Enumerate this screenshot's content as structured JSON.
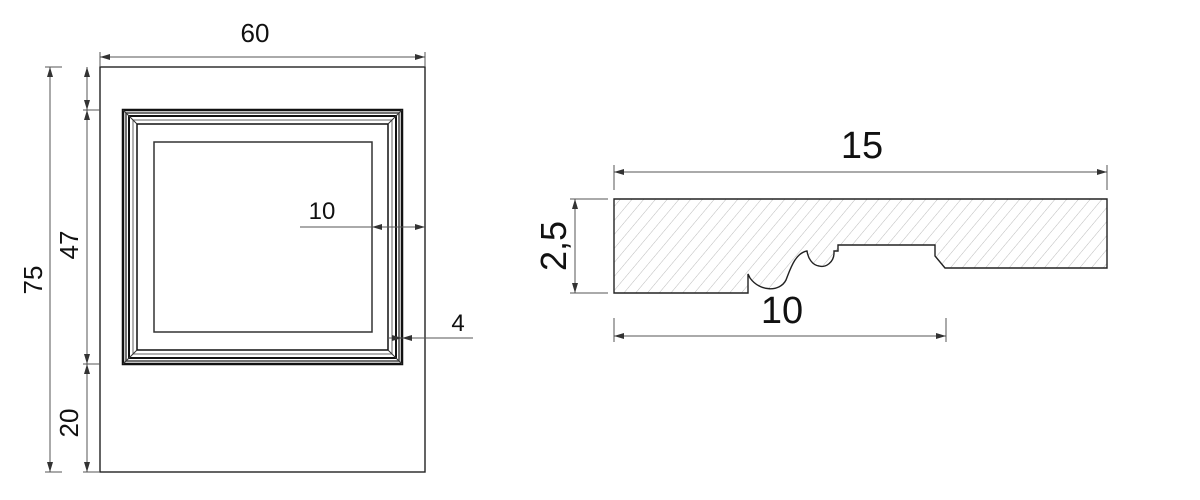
{
  "front_view": {
    "width_label": "60",
    "height_label": "75",
    "frame_height_label": "47",
    "bottom_offset_label": "20",
    "frame_inset_label": "10",
    "molding_width_label": "4"
  },
  "profile_view": {
    "width_label": "15",
    "thickness_label": "2,5",
    "offset_label": "10"
  },
  "colors": {
    "line": "#222222",
    "dimension": "#555555",
    "hatch": "#bbbbbb"
  }
}
